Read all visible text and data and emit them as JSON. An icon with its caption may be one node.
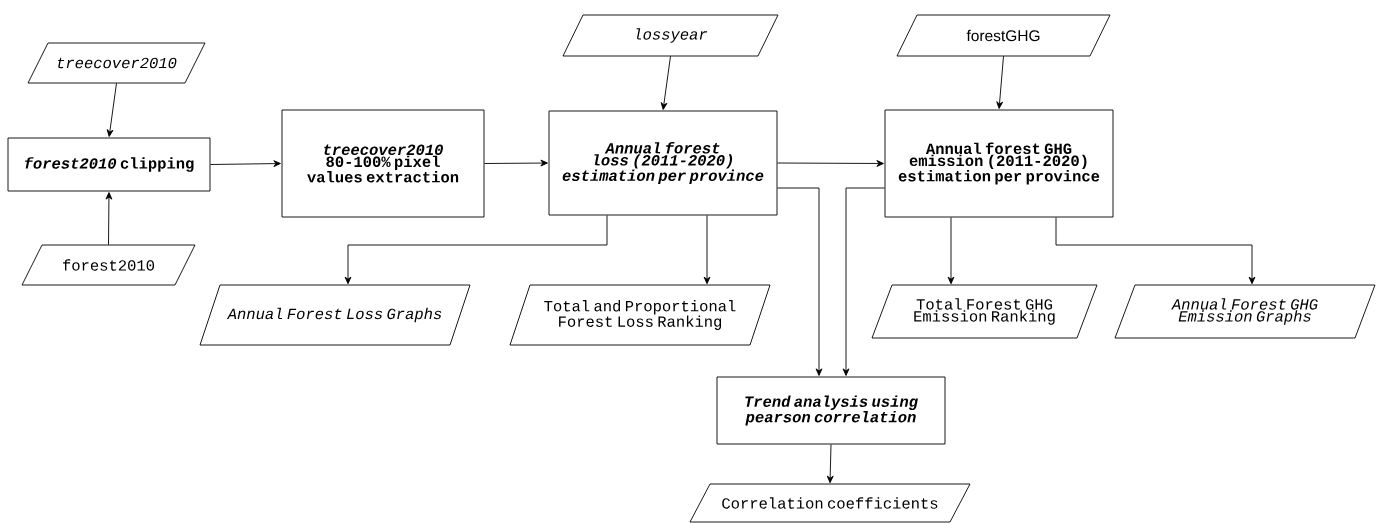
{
  "diagram": {
    "nodes": [
      {
        "text": [
          "*treecover2010*"
        ]
      },
      {
        "text": [
          "*forest2010* clipping"
        ]
      },
      {
        "text": [
          "forest2010"
        ]
      },
      {
        "text": [
          "*treecover2010* 80-100% pixel values extraction"
        ]
      },
      {
        "text": [
          "*lossyear*"
        ]
      },
      {
        "text": [
          "*Annual forest loss (2011-2020) estimation per province*"
        ]
      },
      {
        "text": [
          "forestGHG"
        ]
      },
      {
        "text": [
          "Annual forest GHG emission (2011-2020) estimation per province"
        ]
      },
      {
        "text": [
          "*Annual Forest Loss Graphs*"
        ]
      },
      {
        "text": [
          "Total and Proportional Forest Loss Ranking"
        ]
      },
      {
        "text": [
          "Total Forest GHG Emission Ranking"
        ]
      },
      {
        "text": [
          "*Annual Forest GHG Emission Graphs*"
        ]
      },
      {
        "text": [
          "*Trend analysis using pearson correlation*"
        ]
      },
      {
        "text": [
          "Correlation coefficients"
        ]
      }
    ],
    "edges": [
      {
        "from": 0,
        "to": 1,
        "arrow": "to"
      },
      {
        "from": 2,
        "to": 1,
        "arrow": "to"
      },
      {
        "from": 1,
        "to": 3,
        "arrow": "to"
      },
      {
        "from": 3,
        "to": 5,
        "arrow": "to"
      },
      {
        "from": 4,
        "to": 5,
        "arrow": "to"
      },
      {
        "from": 5,
        "to": 7,
        "arrow": "to"
      },
      {
        "from": 6,
        "to": 7,
        "arrow": "to"
      },
      {
        "from": 5,
        "to": 8,
        "arrow": "to"
      },
      {
        "from": 5,
        "to": 9,
        "arrow": "to"
      },
      {
        "from": 7,
        "to": 10,
        "arrow": "to"
      },
      {
        "from": 7,
        "to": 11,
        "arrow": "to"
      },
      {
        "from": 5,
        "to": 12,
        "arrow": "to"
      },
      {
        "from": 7,
        "to": 12,
        "arrow": "to"
      },
      {
        "from": 12,
        "to": 13,
        "arrow": "to"
      }
    ]
  }
}
